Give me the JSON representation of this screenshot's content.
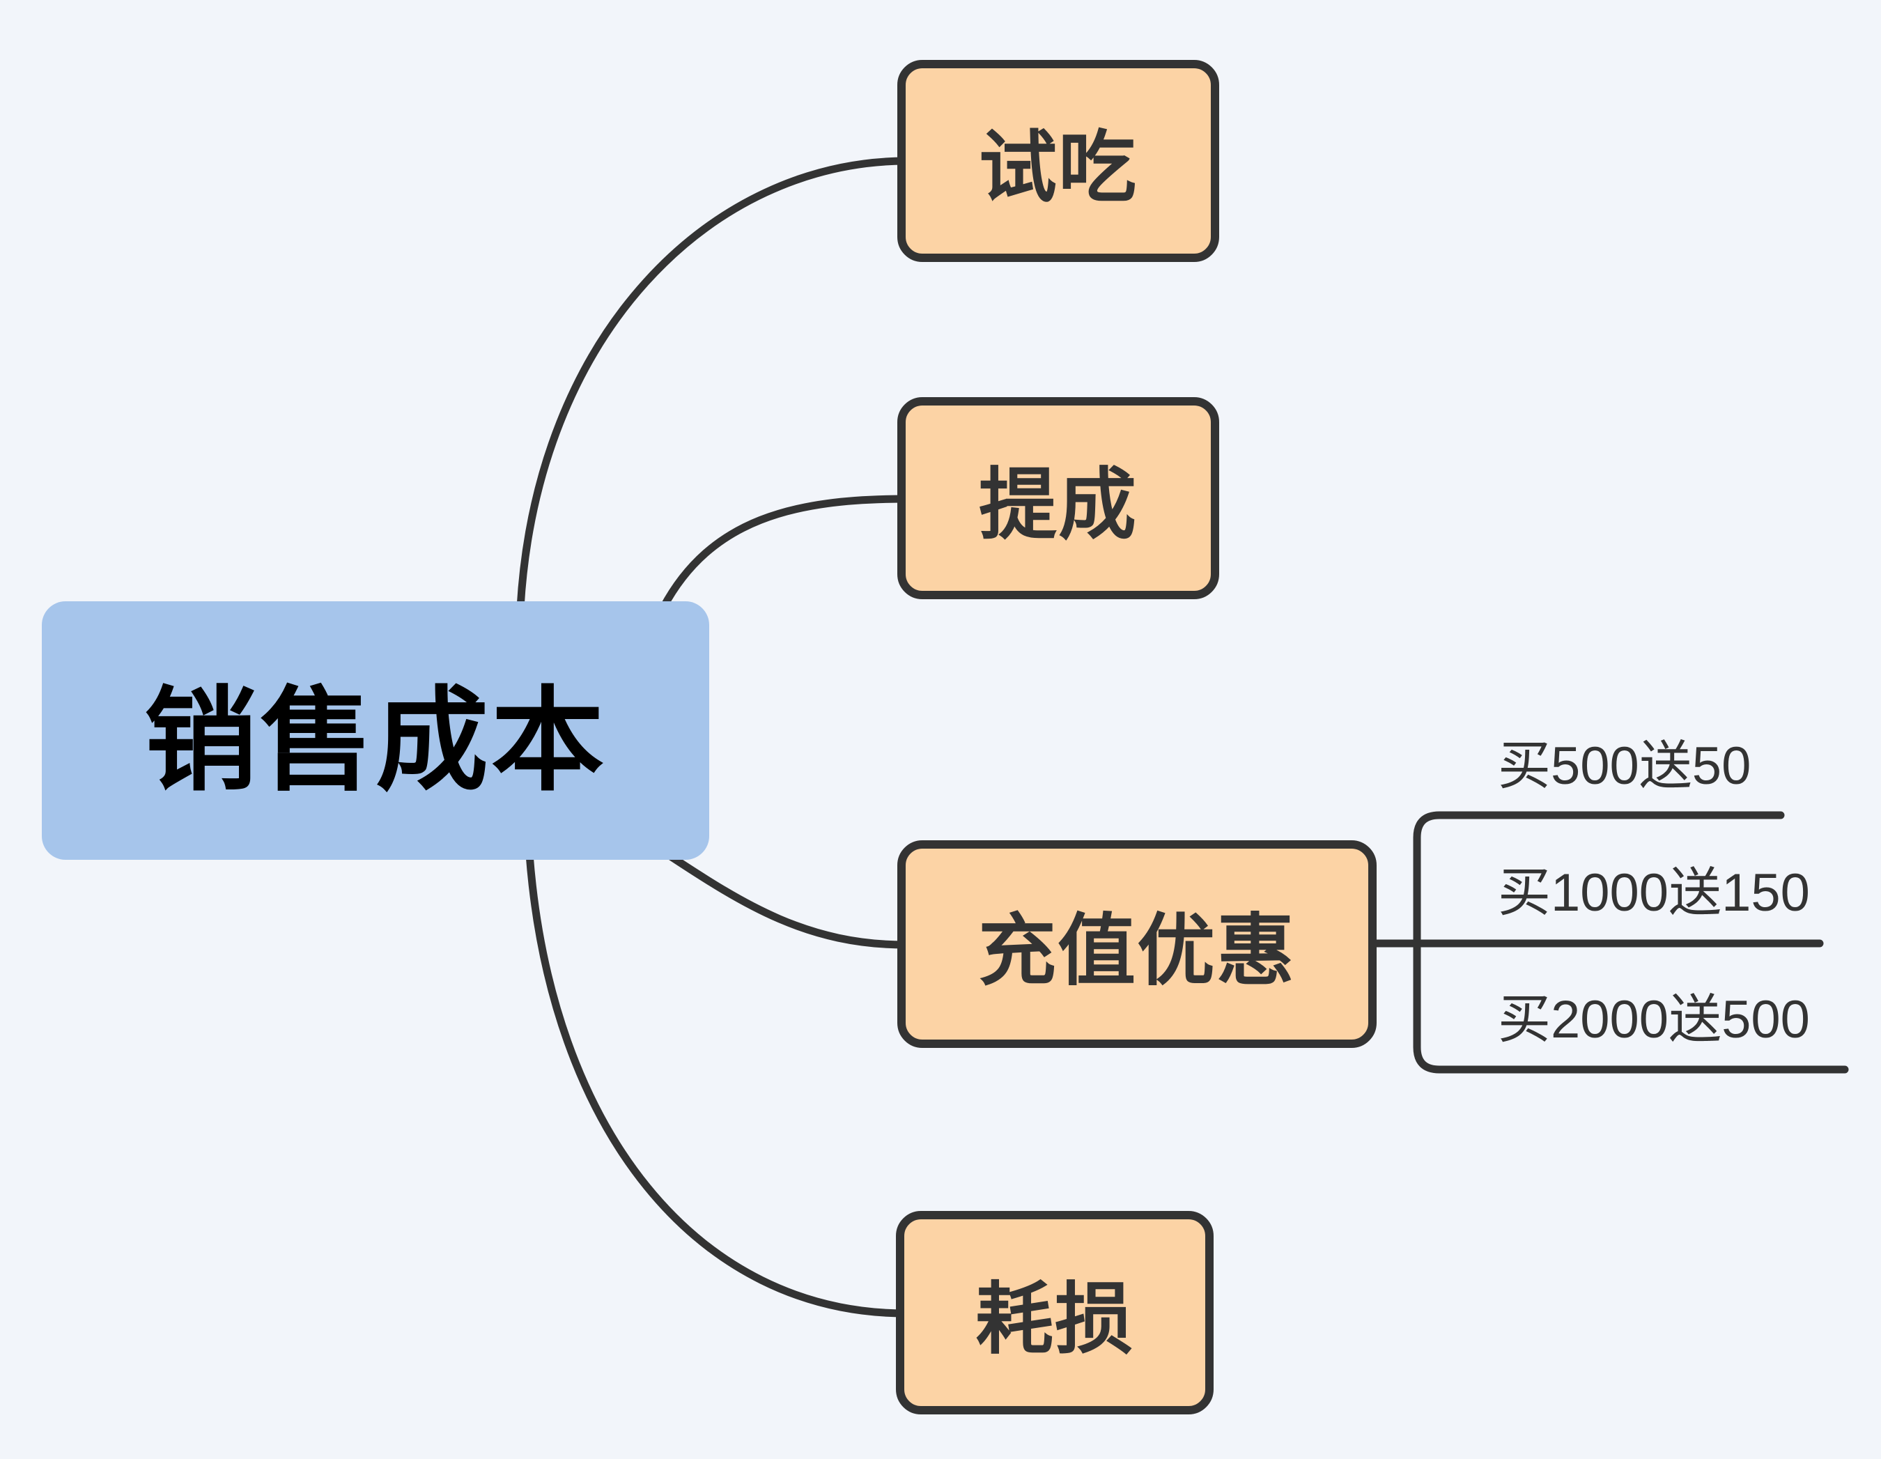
{
  "root": {
    "label": "销售成本"
  },
  "children": [
    {
      "label": "试吃"
    },
    {
      "label": "提成"
    },
    {
      "label": "充值优惠",
      "sub_items": [
        {
          "label": "买500送50"
        },
        {
          "label": "买1000送150"
        },
        {
          "label": "买2000送500"
        }
      ]
    },
    {
      "label": "耗损"
    }
  ],
  "colors": {
    "background": "#F2F5FA",
    "root_fill": "#A6C5EB",
    "root_text": "#000000",
    "child_fill": "#FCD3A5",
    "line_and_border": "#333333",
    "child_text": "#333333"
  }
}
